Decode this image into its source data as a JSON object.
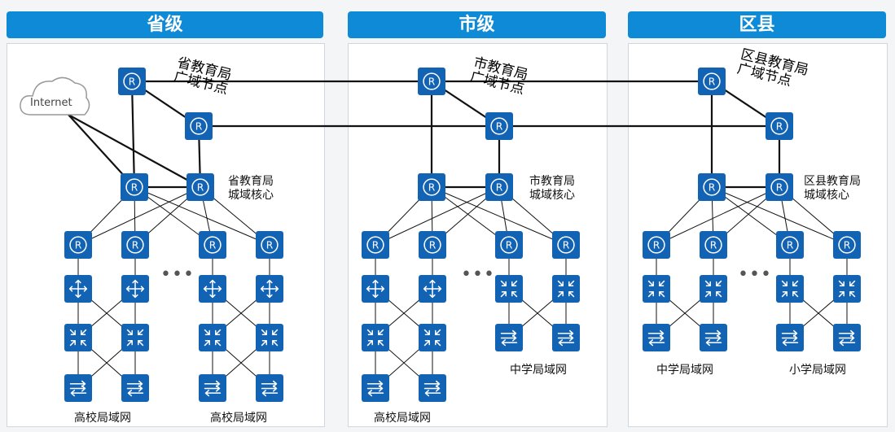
{
  "levels": {
    "province": "省级",
    "city": "市级",
    "district": "区县"
  },
  "cloud": {
    "label": "Internet"
  },
  "labels": {
    "prov_wan": "省教育局\n广域节点",
    "city_wan": "市教育局\n广域节点",
    "dist_wan": "区县教育局\n广域节点",
    "prov_core": "省教育局\n城域核心",
    "city_core": "市教育局\n城域核心",
    "dist_core": "区县教育局\n城域核心",
    "uni_lan_1": "高校局域网",
    "uni_lan_2": "高校局域网",
    "uni_lan_3": "高校局域网",
    "mid_lan_1": "中学局域网",
    "mid_lan_2": "中学局域网",
    "pri_lan_1": "小学局域网",
    "ellipsis": "•••"
  },
  "colors": {
    "banner": "#0f8ad6",
    "device": "#1363b5",
    "link": "#111111"
  }
}
